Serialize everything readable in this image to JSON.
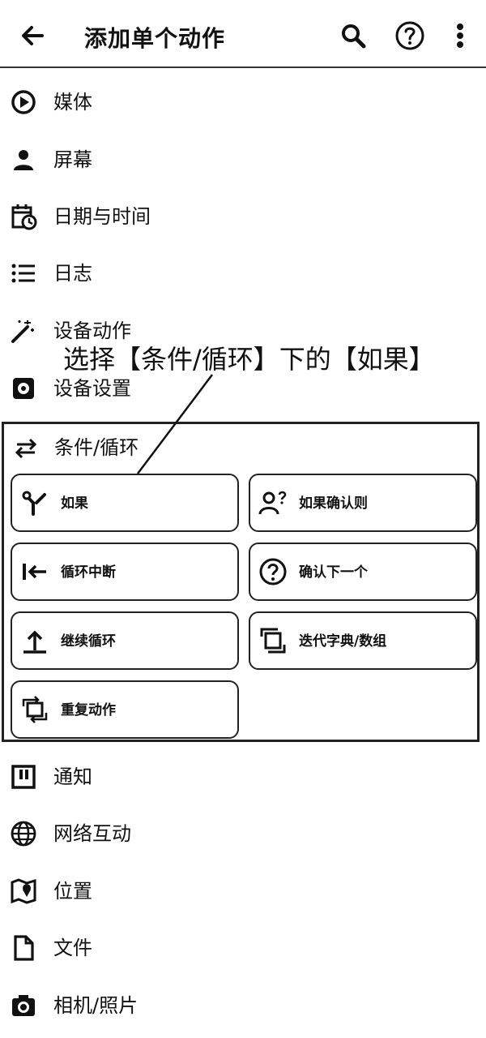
{
  "appbar": {
    "title": "添加单个动作",
    "icons": [
      "back-arrow-icon",
      "search-icon",
      "help-icon",
      "more-vert-icon"
    ]
  },
  "categories_top": [
    {
      "label": "媒体",
      "icon": "play-circle-icon"
    },
    {
      "label": "屏幕",
      "icon": "person-icon"
    },
    {
      "label": "日期与时间",
      "icon": "calendar-clock-icon"
    },
    {
      "label": "日志",
      "icon": "list-icon"
    },
    {
      "label": "设备动作",
      "icon": "magic-wand-icon"
    },
    {
      "label": "设备设置",
      "icon": "settings-icon"
    }
  ],
  "annotation": {
    "text": "选择【条件/循环】下的【如果】"
  },
  "conditions": {
    "header": "条件/循环",
    "header_icon": "repeat-arrows-icon",
    "actions": [
      {
        "label": "如果",
        "icon": "fork-icon"
      },
      {
        "label": "如果确认则",
        "icon": "person-question-icon"
      },
      {
        "label": "循环中断",
        "icon": "break-loop-icon"
      },
      {
        "label": "确认下一个",
        "icon": "help-circle-icon"
      },
      {
        "label": "继续循环",
        "icon": "continue-loop-icon"
      },
      {
        "label": "迭代字典/数组",
        "icon": "iterate-icon"
      },
      {
        "label": "重复动作",
        "icon": "repeat-icon"
      }
    ]
  },
  "categories_bottom": [
    {
      "label": "通知",
      "icon": "notification-icon"
    },
    {
      "label": "网络互动",
      "icon": "globe-icon"
    },
    {
      "label": "位置",
      "icon": "map-pin-icon"
    },
    {
      "label": "文件",
      "icon": "file-icon"
    },
    {
      "label": "相机/照片",
      "icon": "camera-icon"
    }
  ]
}
